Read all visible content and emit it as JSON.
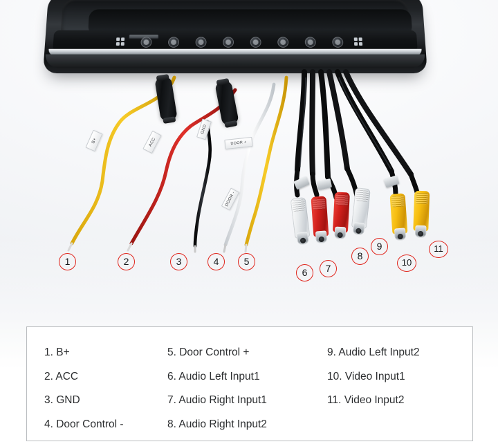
{
  "device": {
    "name": "car-roof-mount-monitor",
    "button_count": 8,
    "dot_pads": 2,
    "fuse_holders": 2
  },
  "wires": [
    {
      "id": 1,
      "color": "#f2c11c",
      "color_name": "yellow",
      "tag": "B+"
    },
    {
      "id": 2,
      "color": "#cf1f1c",
      "color_name": "red",
      "tag": "ACC"
    },
    {
      "id": 3,
      "color": "#141414",
      "color_name": "black",
      "tag": "GND"
    },
    {
      "id": 4,
      "color": "#f2f3f4",
      "color_name": "white",
      "tag": "DOOR -"
    },
    {
      "id": 5,
      "color": "#f2c11c",
      "color_name": "yellow",
      "tag": "DOOR +"
    }
  ],
  "connectors": [
    {
      "id": 6,
      "type": "rca",
      "color": "#f0f2f4",
      "color_name": "white"
    },
    {
      "id": 7,
      "type": "rca",
      "color": "#d2201c",
      "color_name": "red"
    },
    {
      "id": 8,
      "type": "rca",
      "color": "#d2201c",
      "color_name": "red"
    },
    {
      "id": 9,
      "type": "rca",
      "color": "#f0f2f4",
      "color_name": "white"
    },
    {
      "id": 10,
      "type": "rca",
      "color": "#f6bd10",
      "color_name": "yellow"
    },
    {
      "id": 11,
      "type": "rca",
      "color": "#f6bd10",
      "color_name": "yellow"
    }
  ],
  "markers": [
    {
      "n": "1"
    },
    {
      "n": "2"
    },
    {
      "n": "3"
    },
    {
      "n": "4"
    },
    {
      "n": "5"
    },
    {
      "n": "6"
    },
    {
      "n": "7"
    },
    {
      "n": "8"
    },
    {
      "n": "9"
    },
    {
      "n": "10"
    },
    {
      "n": "11"
    }
  ],
  "legend": {
    "border_color": "#b9bcbf",
    "columns": [
      {
        "items": [
          "1. B+",
          "2. ACC",
          "3. GND",
          "4. Door Control -"
        ]
      },
      {
        "items": [
          "5. Door Control +",
          "6. Audio Left Input1",
          "7. Audio Right Input1",
          "8. Audio Right Input2"
        ]
      },
      {
        "items": [
          "9. Audio Left Input2",
          "10. Video Input1",
          "11. Video Input2"
        ]
      }
    ]
  },
  "colors": {
    "marker_outline": "#e0241b",
    "marker_text": "#151719",
    "legend_text": "#2c2e30",
    "background": "#f7f8fa"
  }
}
